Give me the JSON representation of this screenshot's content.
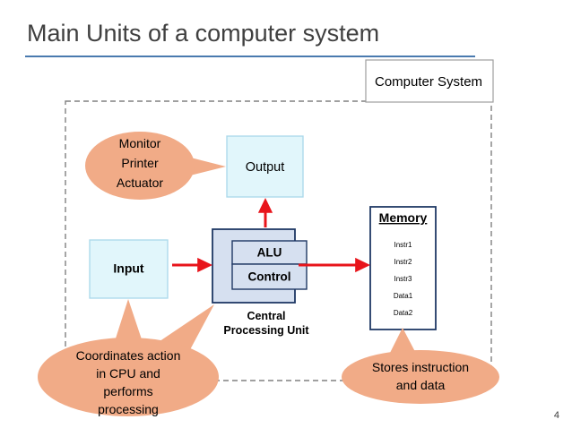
{
  "slide": {
    "title": "Main Units of a computer system",
    "page_number": "4",
    "accent_color": "#4a7aaf"
  },
  "boundary": {
    "label": "Computer System",
    "style": "dashed",
    "border_color": "#808080"
  },
  "blocks": {
    "input": {
      "label": "Input",
      "fill": "#e1f6fb",
      "border": "#a9d8ea"
    },
    "output": {
      "label": "Output",
      "fill": "#e1f6fb",
      "border": "#a9d8ea"
    },
    "cpu": {
      "label_line1": "Central",
      "label_line2": "Processing Unit",
      "fill": "#d6e0f0",
      "border": "#1f3864",
      "alu": "ALU",
      "control": "Control"
    },
    "memory": {
      "title": "Memory",
      "fill": "#ffffff",
      "border": "#1f3864",
      "items": [
        "Instr1",
        "Instr2",
        "Instr3",
        "Data1",
        "Data2"
      ]
    }
  },
  "callouts": {
    "devices": {
      "lines": [
        "Monitor",
        "Printer",
        "Actuator"
      ],
      "fill": "#f1ab87"
    },
    "cpu_note": {
      "lines": [
        "Coordinates action",
        "in CPU and",
        "performs",
        "processing"
      ],
      "fill": "#f1ab87"
    },
    "memory_note": {
      "lines": [
        "Stores instruction",
        "and data"
      ],
      "fill": "#f1ab87"
    }
  },
  "arrows": {
    "color": "#e8141b",
    "items": [
      {
        "name": "input-to-cpu"
      },
      {
        "name": "cpu-to-output"
      },
      {
        "name": "cpu-to-memory"
      }
    ]
  }
}
